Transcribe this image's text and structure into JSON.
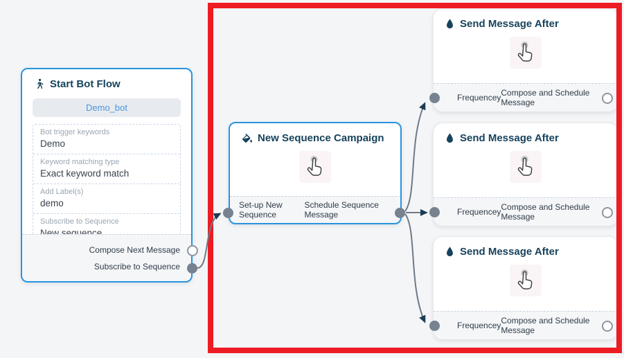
{
  "start_node": {
    "title": "Start Bot Flow",
    "icon": "walking-person",
    "bot_button": "Demo_bot",
    "fields": [
      {
        "label": "Bot trigger keywords",
        "value": "Demo"
      },
      {
        "label": "Keyword matching type",
        "value": "Exact keyword match"
      },
      {
        "label": "Add Label(s)",
        "value": "demo"
      },
      {
        "label": "Subscribe to Sequence",
        "value": "New sequence"
      }
    ],
    "outputs": [
      {
        "label": "Compose Next Message",
        "connected": false
      },
      {
        "label": "Subscribe to Sequence",
        "connected": true
      }
    ]
  },
  "sequence_node": {
    "title": "New Sequence Campaign",
    "icon": "paint-bucket",
    "input_label": "Set-up New Sequence",
    "output_label": "Schedule Sequence Message"
  },
  "send_nodes": [
    {
      "title": "Send Message After",
      "icon": "water-drop",
      "input_label": "Frequencey",
      "output_label": "Compose and Schedule Message"
    },
    {
      "title": "Send Message After",
      "icon": "water-drop",
      "input_label": "Frequencey",
      "output_label": "Compose and Schedule Message"
    },
    {
      "title": "Send Message After",
      "icon": "water-drop",
      "input_label": "Frequencey",
      "output_label": "Compose and Schedule Message"
    }
  ],
  "colors": {
    "canvas_bg": "#f4f5f7",
    "selected_border": "#2794e0",
    "header_text": "#17435c",
    "connector_line": "#6e7a87",
    "arrowhead": "#1c3c55",
    "highlight_frame": "#ed1c24",
    "bot_button_text": "#4b93dc",
    "port_filled": "#76828f"
  }
}
